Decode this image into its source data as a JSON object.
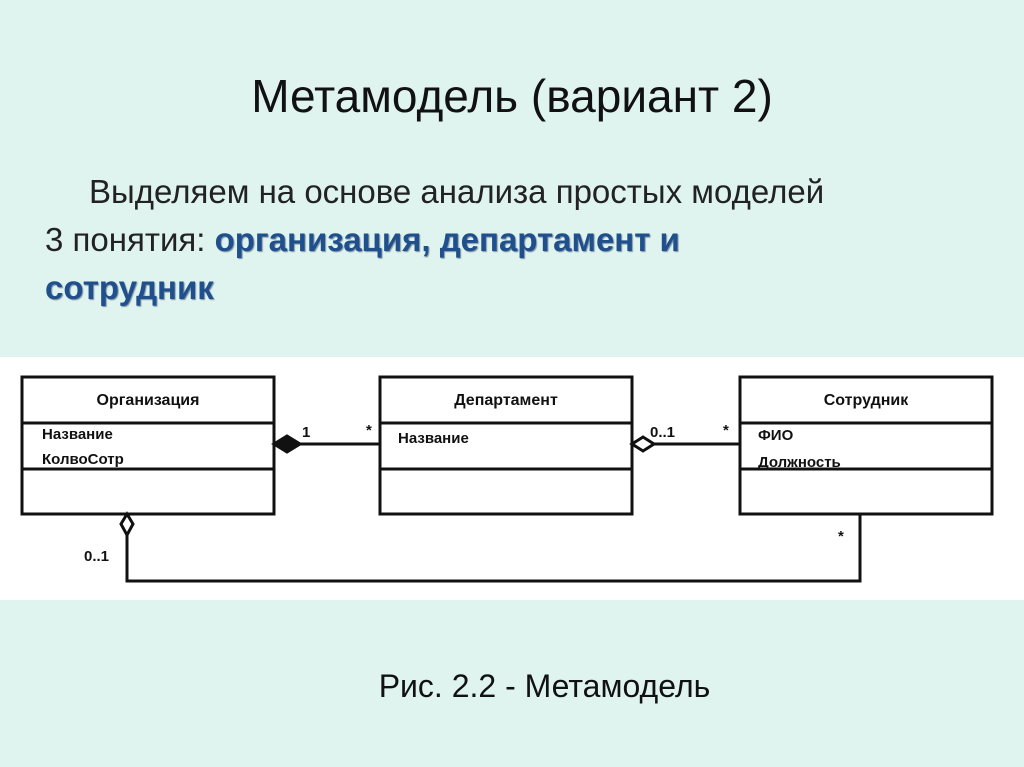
{
  "slide": {
    "title": "Метамодель (вариант 2)",
    "body_line1": "Выделяем на основе анализа простых моделей",
    "body_line2_prefix": "3 понятия: ",
    "body_highlight_1": "организация, департамент и",
    "body_highlight_2": "сотрудник",
    "caption": "Рис. 2.2 - Метамодель"
  },
  "diagram": {
    "classes": [
      {
        "name": "Организация",
        "attributes": [
          "Название",
          "КолвоСотр"
        ]
      },
      {
        "name": "Департамент",
        "attributes": [
          "Название"
        ]
      },
      {
        "name": "Сотрудник",
        "attributes": [
          "ФИО",
          "Должность"
        ]
      }
    ],
    "associations": [
      {
        "from": "Организация",
        "to": "Департамент",
        "kind": "composition",
        "from_mult": "1",
        "to_mult": "*"
      },
      {
        "from": "Департамент",
        "to": "Сотрудник",
        "kind": "aggregation",
        "from_mult": "0..1",
        "to_mult": "*"
      },
      {
        "from": "Организация",
        "to": "Сотрудник",
        "kind": "aggregation",
        "from_mult": "0..1",
        "to_mult": "*"
      }
    ]
  }
}
